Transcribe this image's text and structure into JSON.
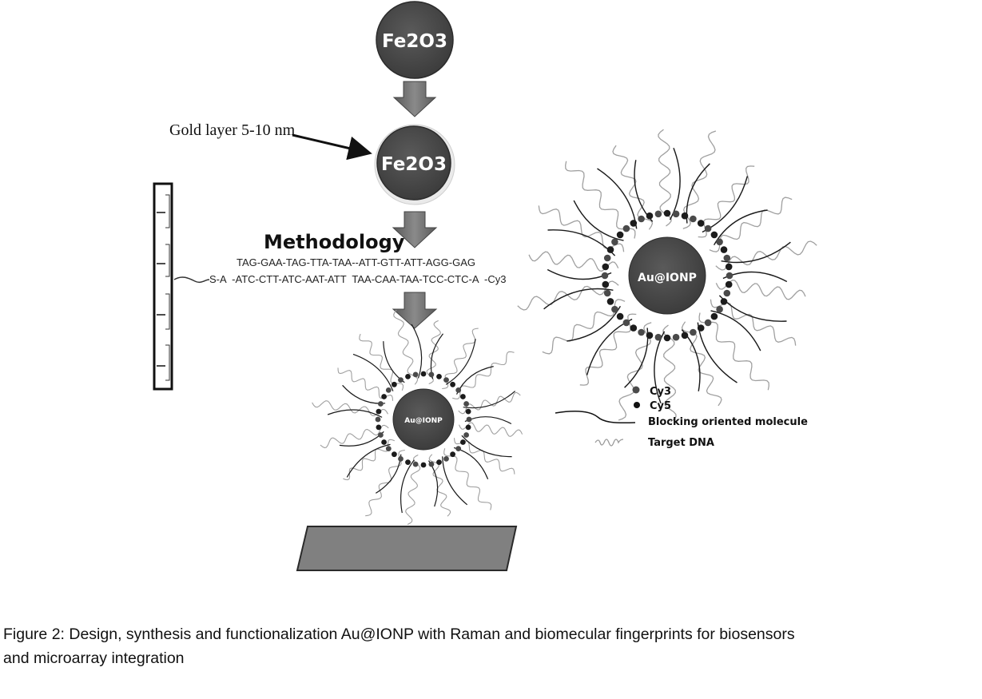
{
  "diagram": {
    "top_particle_label": "Fe2O3",
    "coated_particle_label": "Fe2O3",
    "gold_layer_label": "Gold layer 5-10 nm",
    "methodology_label": "Methodology",
    "dna_strand_top": "TAG-GAA-TAG-TTA-TAA--ATT-GTT-ATT-AGG-GAG",
    "dna_strand_bottom": "S-A  -ATC-CTT-ATC-AAT-ATT  TAA-CAA-TAA-TCC-CTC-A  -Cy3",
    "large_particle_label": "Au@IONP",
    "small_particle_label": "Au@IONP",
    "legend": {
      "items": [
        {
          "symbol": "dot",
          "color": "#4a4a4a",
          "label": "Cy3"
        },
        {
          "symbol": "dot",
          "color": "#111111",
          "label": "Cy5"
        },
        {
          "symbol": "dark-curve",
          "color": "#111111",
          "label": "Blocking oriented molecule"
        },
        {
          "symbol": "grey-wave",
          "color": "#9a9a9a",
          "label": "Target DNA"
        }
      ]
    },
    "colors": {
      "particle_fill": "#4a4a4a",
      "arrow_fill": "#6e6e6e",
      "substrate_fill": "#7a7a7a",
      "blocking_molecule": "#1a1a1a",
      "target_dna": "#a0a0a0"
    }
  },
  "caption": {
    "line1": "Figure 2: Design, synthesis and functionalization Au@IONP with Raman and biomecular fingerprints for biosensors",
    "line2": "and microarray integration"
  }
}
